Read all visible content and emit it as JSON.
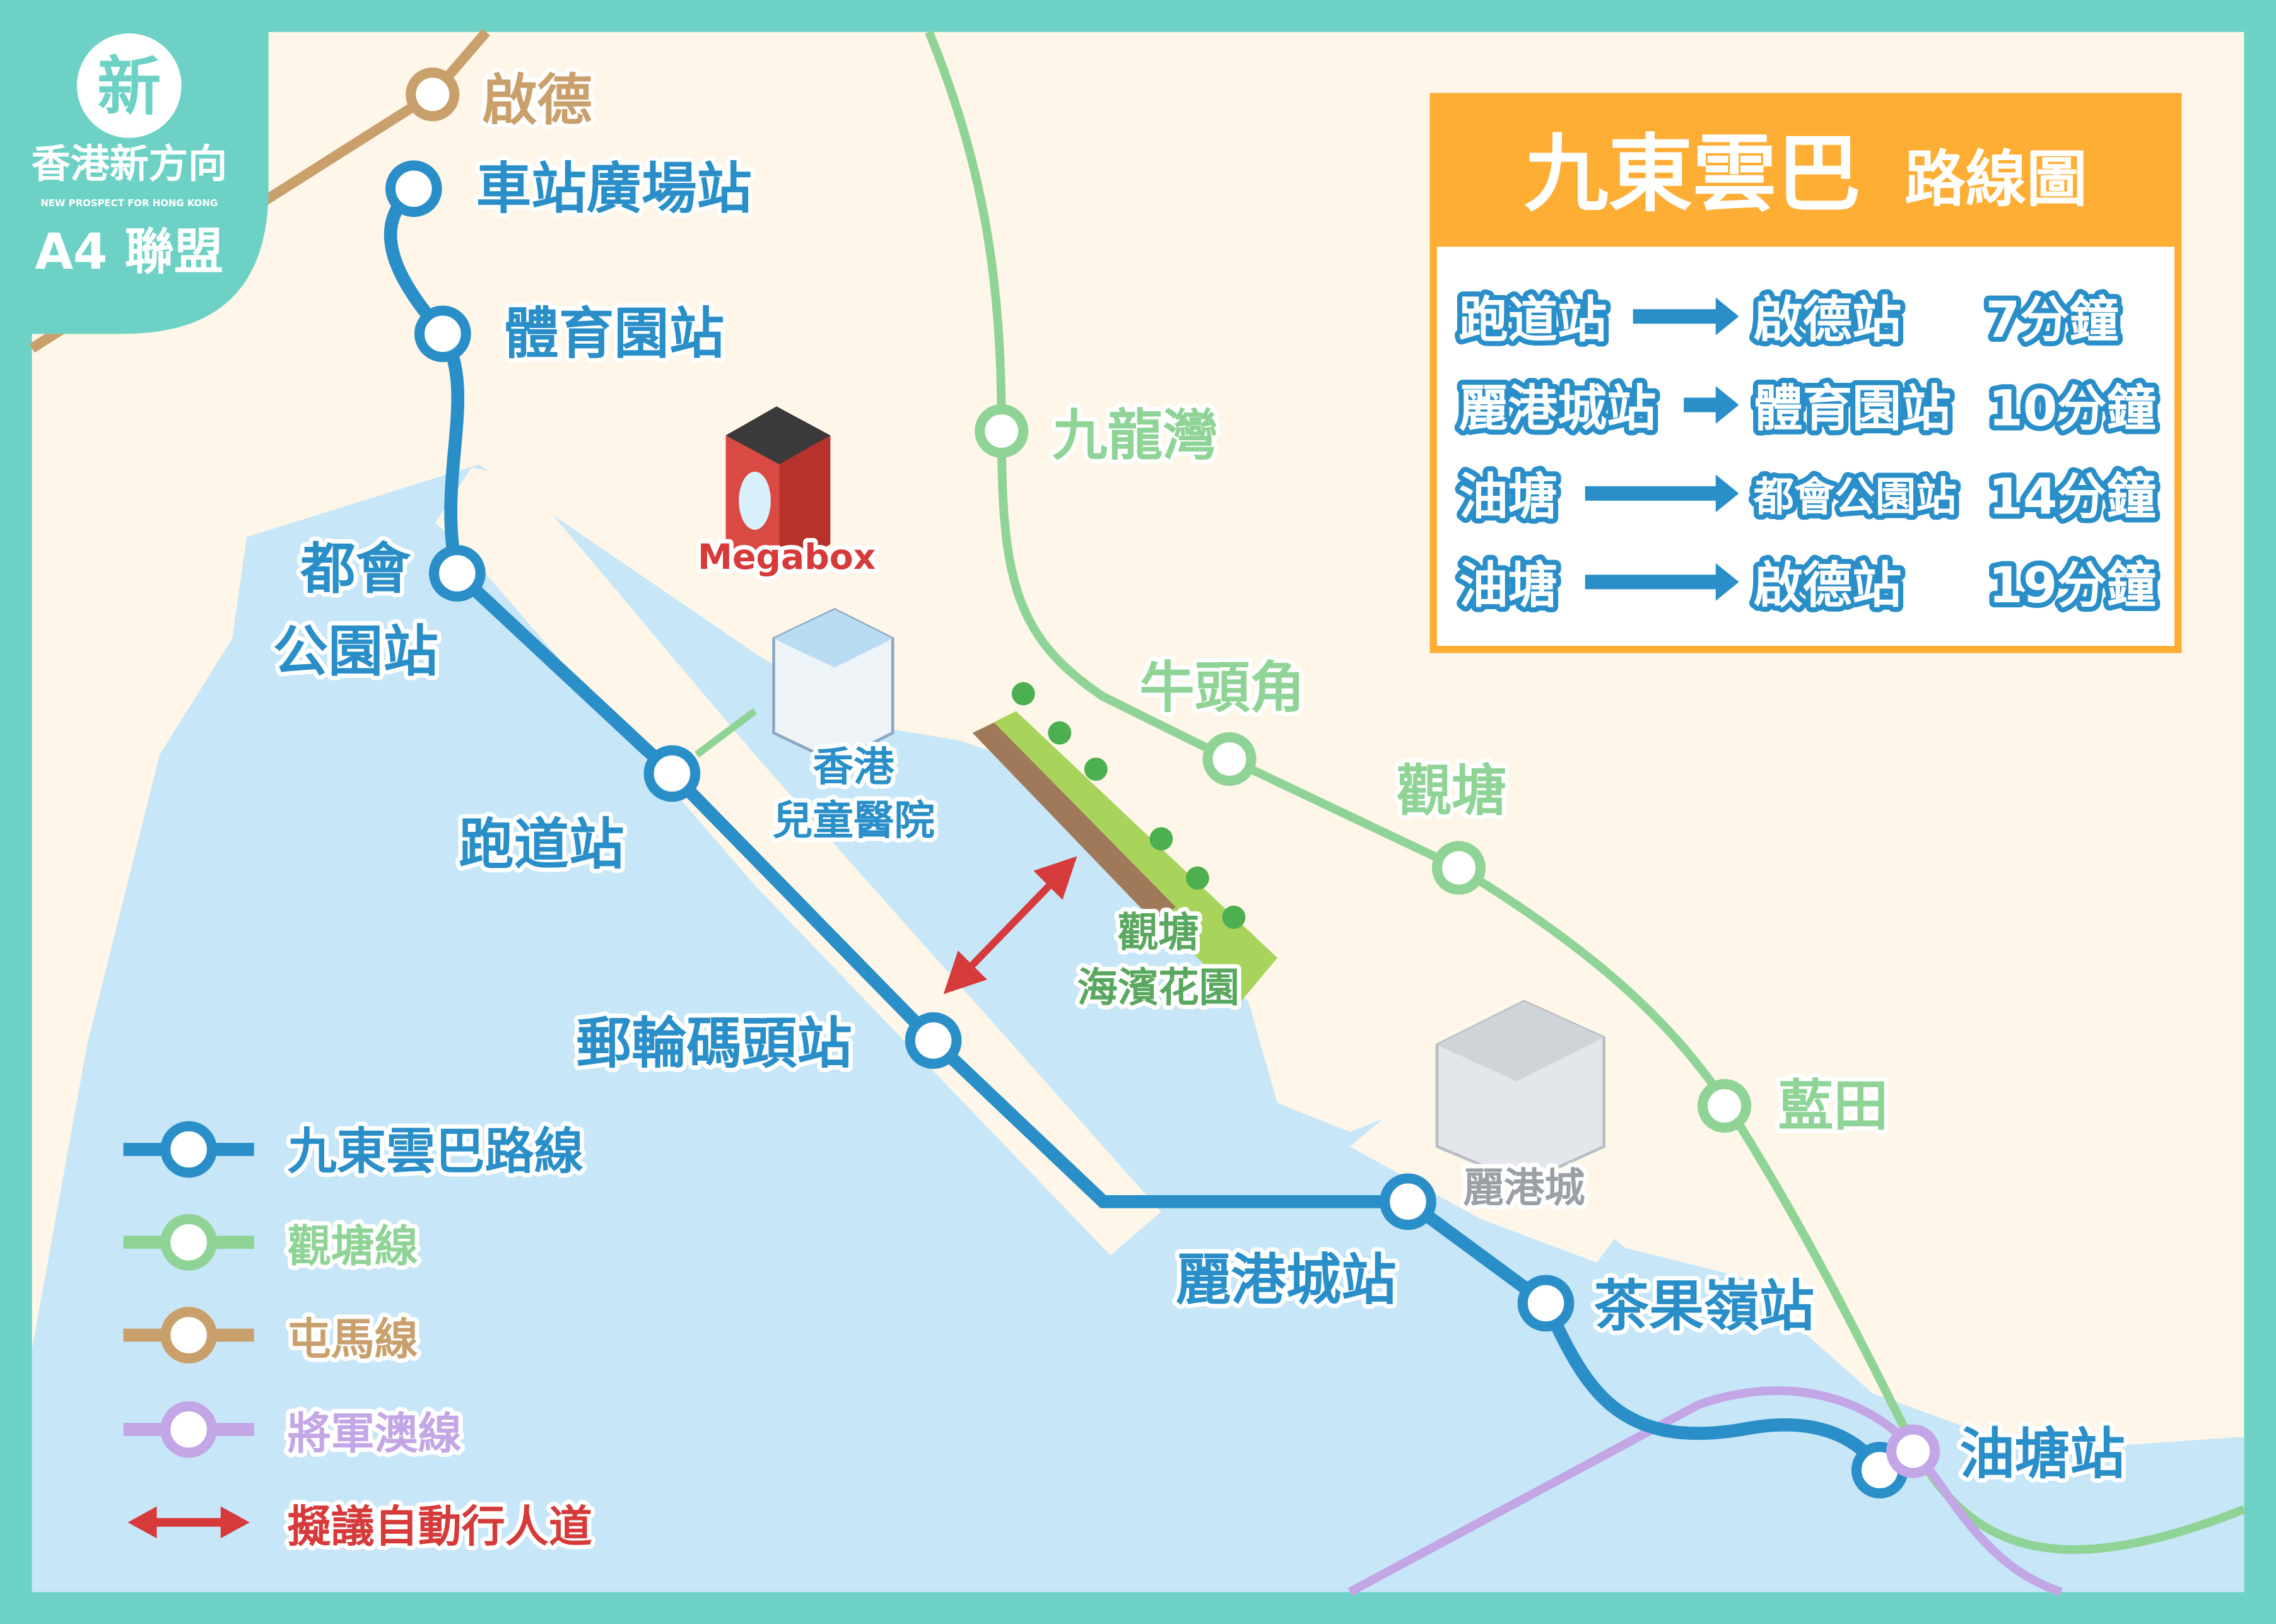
{
  "logo": {
    "badge_char": "新",
    "name_zh": "香港新方向",
    "name_en": "NEW PROSPECT FOR HONG KONG",
    "alliance": "A4 聯盟"
  },
  "info_box": {
    "title_main": "九東雲巴",
    "title_sub": "路線圖",
    "routes": [
      {
        "from": "跑道站",
        "to": "啟德站",
        "time": "7分鐘"
      },
      {
        "from": "麗港城站",
        "to": "體育園站",
        "time": "10分鐘"
      },
      {
        "from": "油塘",
        "to": "都會公園站",
        "time": "14分鐘"
      },
      {
        "from": "油塘",
        "to": "啟德站",
        "time": "19分鐘"
      }
    ]
  },
  "stations": {
    "kai_tak": "啟德",
    "station_square": "車站廣場站",
    "sports_park": "體育園站",
    "metro_park_1": "都會",
    "metro_park_2": "公園站",
    "runway": "跑道站",
    "cruise_terminal": "郵輪碼頭站",
    "laguna_city": "麗港城站",
    "cha_kwo_ling": "茶果嶺站",
    "yau_tong": "油塘站",
    "kowloon_bay": "九龍灣",
    "ngau_tau_kok": "牛頭角",
    "kwun_tong": "觀塘",
    "lam_tin": "藍田"
  },
  "landmarks": {
    "megabox": "Megabox",
    "hospital_1": "香港",
    "hospital_2": "兒童醫院",
    "promenade_1": "觀塘",
    "promenade_2": "海濱花園",
    "laguna": "麗港城"
  },
  "legend": [
    {
      "label": "九東雲巴路線",
      "color": "#2a8fc8"
    },
    {
      "label": "觀塘線",
      "color": "#8fd496"
    },
    {
      "label": "屯馬線",
      "color": "#c9a06c"
    },
    {
      "label": "將軍澳線",
      "color": "#c3a6e6"
    },
    {
      "label": "擬議自動行人道",
      "color": "#d63a3a"
    }
  ],
  "colors": {
    "frame": "#6dd2c5",
    "land": "#fef6e8",
    "water": "#c7e6f8",
    "accent": "#feae35"
  }
}
